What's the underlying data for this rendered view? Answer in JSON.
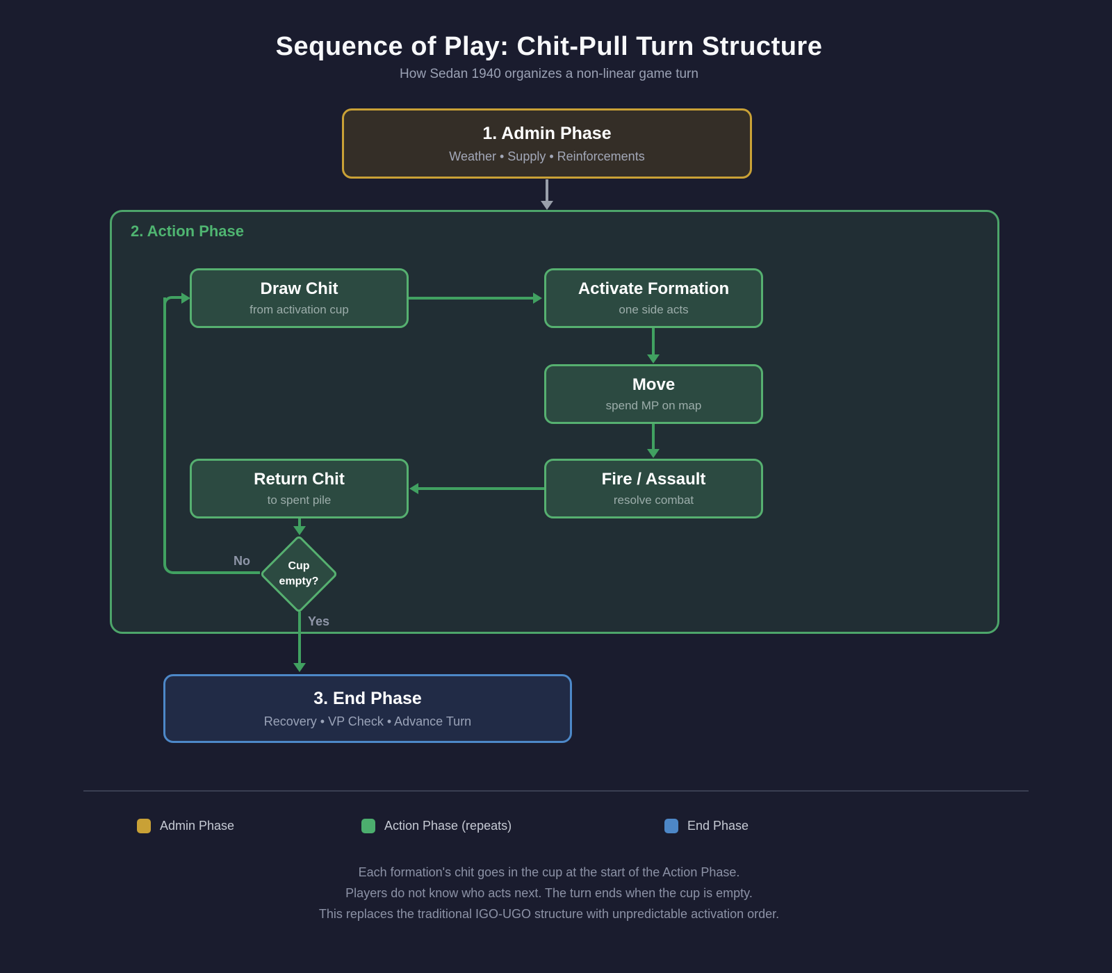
{
  "page": {
    "title": "Sequence of Play: Chit-Pull Turn Structure",
    "subtitle": "How Sedan 1940 organizes a non-linear game turn"
  },
  "phases": {
    "admin": {
      "title": "1. Admin Phase",
      "subtitle": "Weather • Supply • Reinforcements"
    },
    "action": {
      "label": "2. Action Phase"
    },
    "end": {
      "title": "3. End Phase",
      "subtitle": "Recovery • VP Check • Advance Turn"
    }
  },
  "steps": {
    "draw_chit": {
      "title": "Draw Chit",
      "subtitle": "from activation cup"
    },
    "activate_formation": {
      "title": "Activate Formation",
      "subtitle": "one side acts"
    },
    "move": {
      "title": "Move",
      "subtitle": "spend MP on map"
    },
    "fire_assault": {
      "title": "Fire / Assault",
      "subtitle": "resolve combat"
    },
    "return_chit": {
      "title": "Return Chit",
      "subtitle": "to spent pile"
    }
  },
  "decision": {
    "line1": "Cup",
    "line2": "empty?",
    "no_label": "No",
    "yes_label": "Yes"
  },
  "legend": {
    "items": [
      {
        "label": "Admin Phase",
        "color": "#c9a136"
      },
      {
        "label": "Action Phase (repeats)",
        "color": "#4cae6e"
      },
      {
        "label": "End Phase",
        "color": "#4d87c7"
      }
    ]
  },
  "footer": {
    "lines": [
      "Each formation's chit goes in the cup at the start of the Action Phase.",
      "Players do not know who acts next. The turn ends when the cup is empty.",
      "This replaces the traditional IGO-UGO structure with unpredictable activation order."
    ]
  },
  "colors": {
    "background": "#1a1c2e",
    "admin_border": "#c9a136",
    "action_green": "#4cae6e",
    "end_blue": "#4d87c7",
    "arrow_green": "#41a161",
    "arrow_gray": "#9aa0ab"
  }
}
